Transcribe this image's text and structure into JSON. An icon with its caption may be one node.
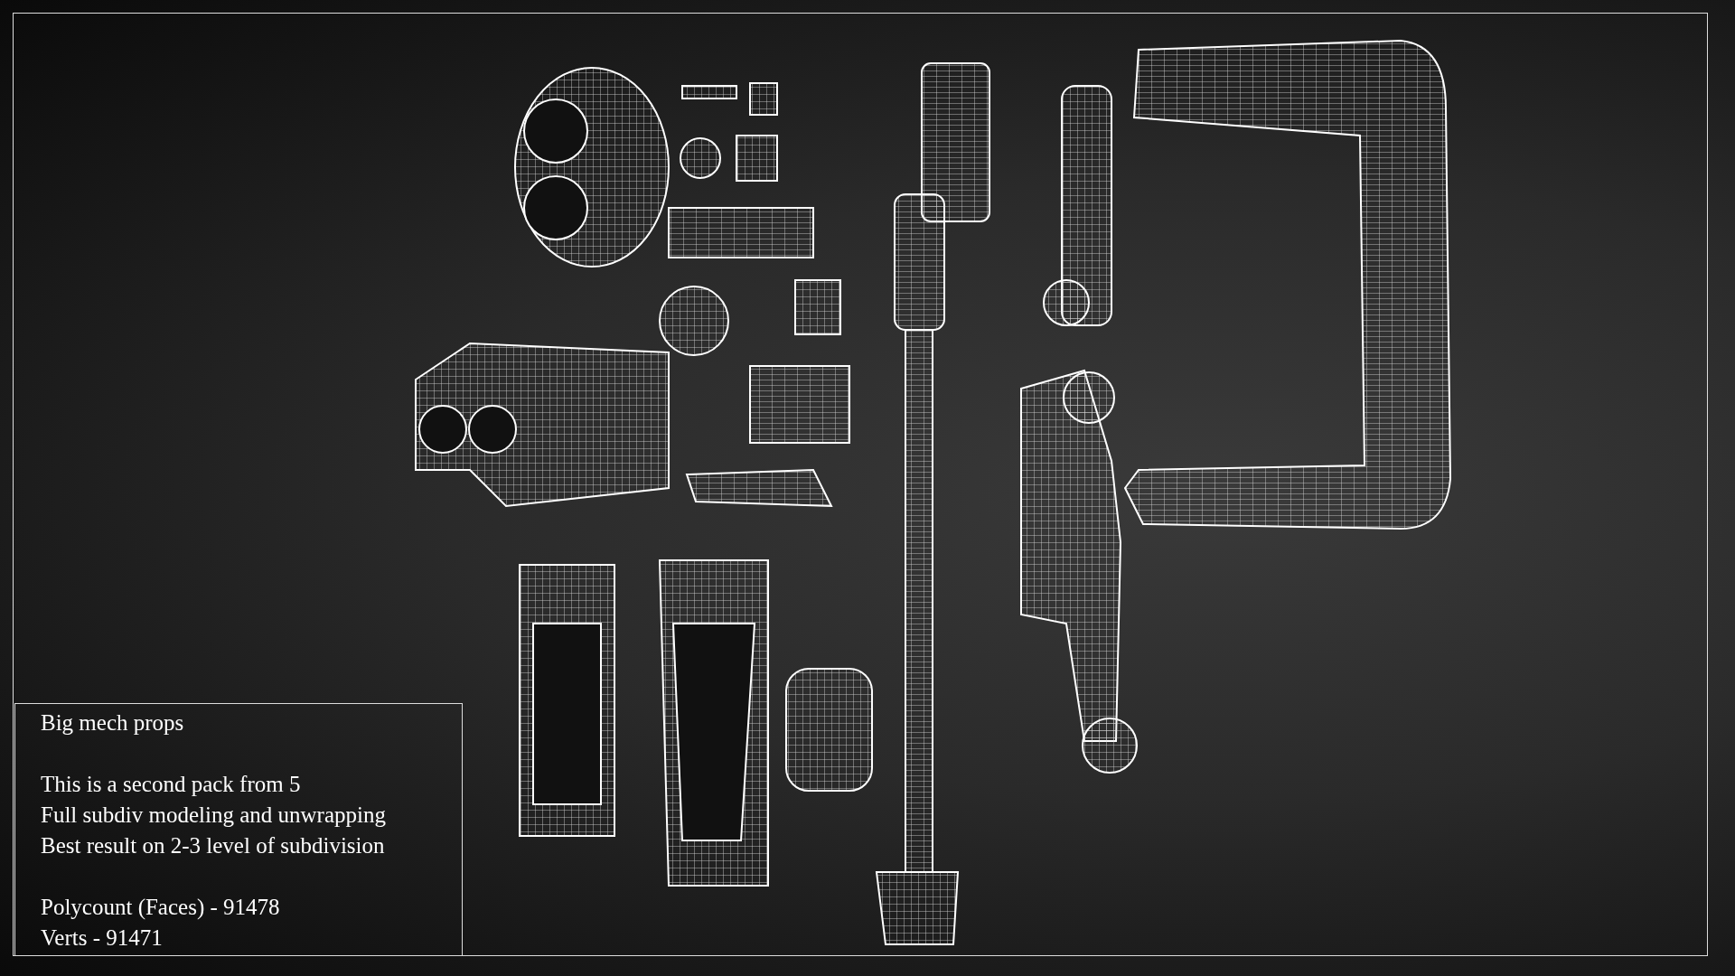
{
  "diagram": {
    "nodes": [
      {
        "text": [
          "Big mech props",
          "This is a second pack from 5",
          "Full subdiv modeling and unwrapping",
          "Best result on 2-3 level of subdivision",
          "Polycount (Faces) - 91478",
          "Verts - 91471"
        ]
      }
    ]
  }
}
